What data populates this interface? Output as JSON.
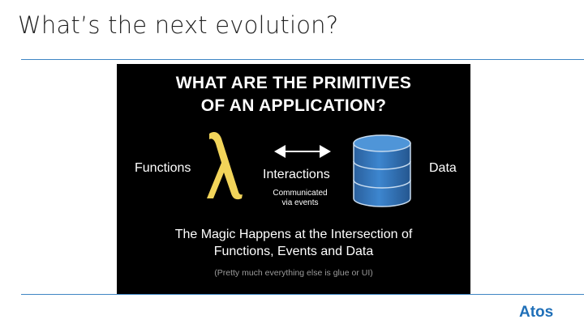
{
  "slide": {
    "title": "What’s the next evolution?"
  },
  "panel": {
    "heading_line1": "WHAT ARE THE PRIMITIVES",
    "heading_line2": "OF AN APPLICATION?",
    "functions_label": "Functions",
    "interactions_label": "Interactions",
    "communicated_line1": "Communicated",
    "communicated_line2": "via events",
    "data_label": "Data",
    "magic_line1": "The Magic Happens at the Intersection of",
    "magic_line2": "Functions, Events and Data",
    "glue_note": "(Pretty much everything else is glue or UI)"
  },
  "brand": {
    "logo_text": "Atos"
  },
  "colors": {
    "rule": "#3f86c4",
    "lambda": "#f2d45a",
    "database": "#2f6fb3",
    "logo": "#1f6fb8"
  }
}
